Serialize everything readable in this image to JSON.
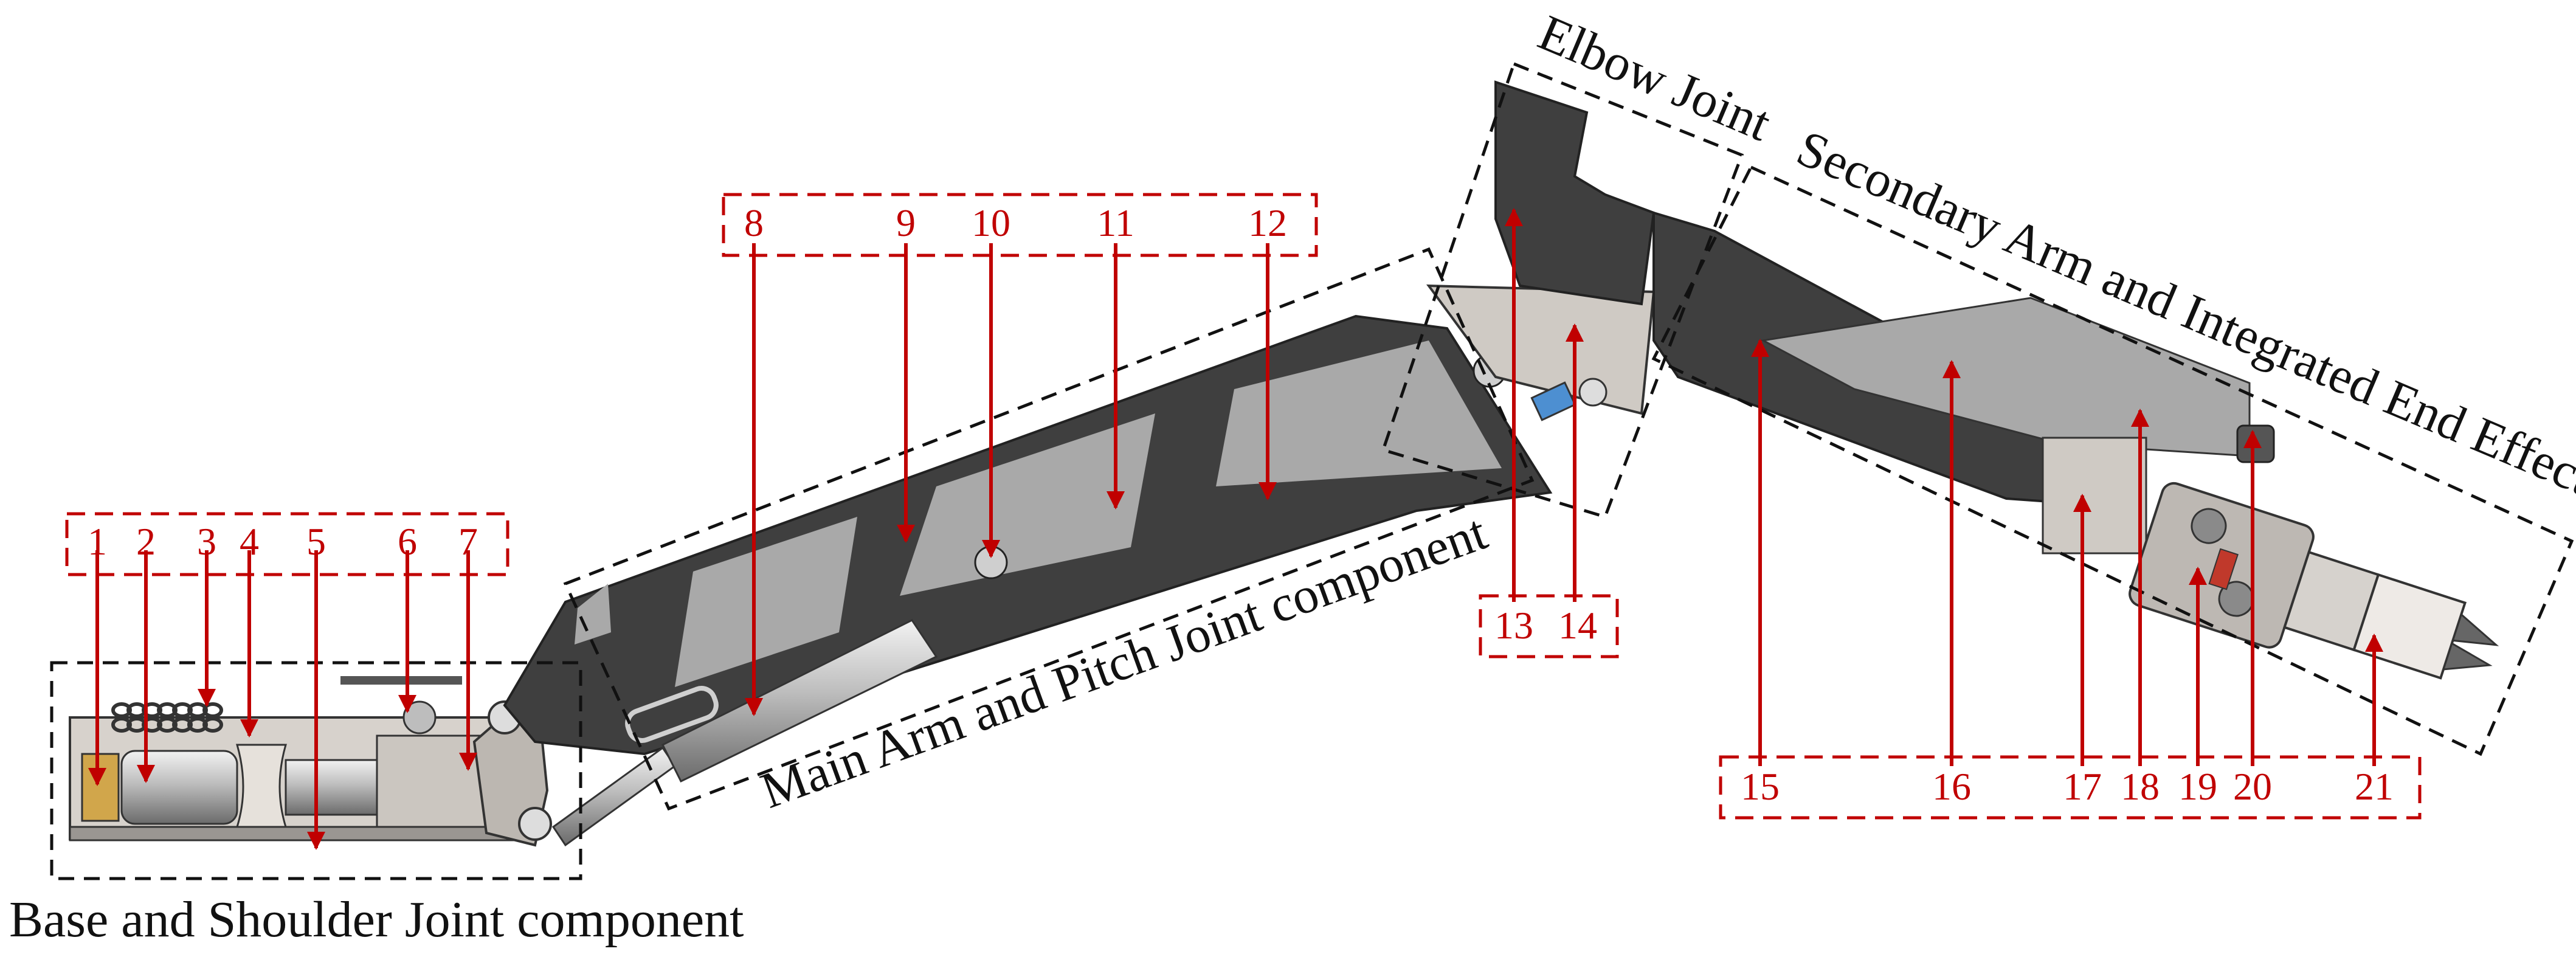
{
  "captions": {
    "base": "Base and Shoulder Joint component",
    "main_arm": "Main Arm and Pitch Joint component",
    "elbow": "Elbow Joint",
    "secondary": "Secondary Arm and Integrated End Effector"
  },
  "callouts": [
    "1",
    "2",
    "3",
    "4",
    "5",
    "6",
    "7",
    "8",
    "9",
    "10",
    "11",
    "12",
    "13",
    "14",
    "15",
    "16",
    "17",
    "18",
    "19",
    "20",
    "21"
  ],
  "colors": {
    "callout": "#c00000",
    "dark_part": "#3f3f3f",
    "light_part": "#a9a9a9",
    "metal": "#cfcac4",
    "outline": "#1a1a1a"
  }
}
